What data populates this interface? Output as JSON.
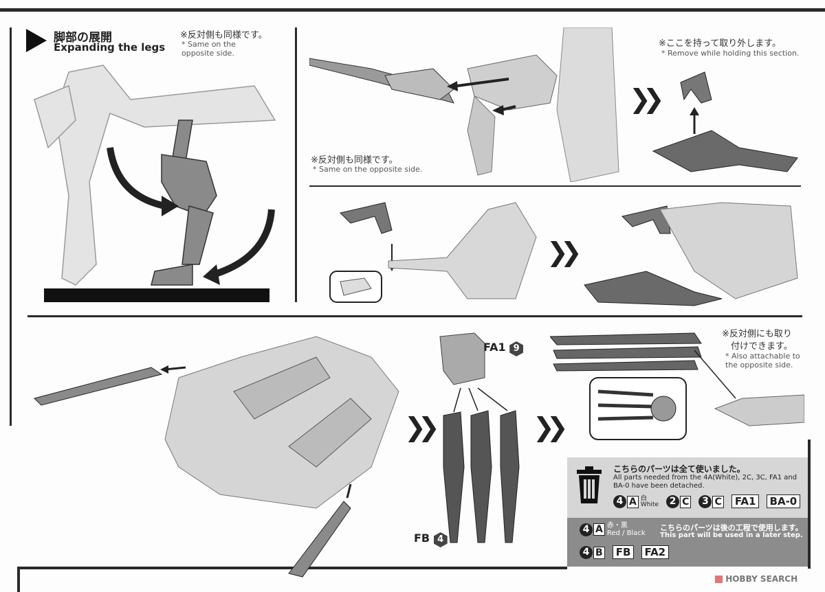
{
  "step1": {
    "title_jp": "脚部の展開",
    "title_en": "Expanding the legs",
    "note_jp": "※反対側も同様です。",
    "note_en": "* Same on the opposite side."
  },
  "step2": {
    "note_jp": "※反対側も同様です。",
    "note_en": "* Same on the opposite side.",
    "remove_note_jp": "※ここを持って取り外します。",
    "remove_note_en": "* Remove while holding this section."
  },
  "step4": {
    "part_fa1": "FA1",
    "part_fa1_num": "9",
    "part_fb": "FB",
    "part_fb_num": "4",
    "note_jp_1": "※反対側にも取り",
    "note_jp_2": "付けできます。",
    "note_en": "* Also attachable to the opposite side."
  },
  "parts_box": {
    "used_jp": "こちらのパーツは全て使いました。",
    "used_en": "All parts needed from the 4A(White), 2C, 3C, FA1 and BA-0 have been detached.",
    "used_parts": [
      {
        "num": "4",
        "letter": "A",
        "sub_jp": "白",
        "sub_en": "White"
      },
      {
        "num": "2",
        "letter": "C"
      },
      {
        "num": "3",
        "letter": "C"
      },
      {
        "label": "FA1"
      },
      {
        "label": "BA-0"
      }
    ],
    "keep_runner": {
      "num": "4",
      "letter": "A",
      "sub_jp": "赤・黒",
      "sub_en": "Red / Black"
    },
    "keep_jp": "こちらのパーツは後の工程で使用します。",
    "keep_en": "This part will be used in a later step.",
    "keep_parts": [
      {
        "num": "4",
        "letter": "B"
      },
      {
        "label": "FB"
      },
      {
        "label": "FA2"
      }
    ],
    "trash_icon": "trash-can-icon"
  },
  "watermark": "HOBBY SEARCH",
  "colors": {
    "box_light": "#d6d6d6",
    "box_dark": "#8c8c8c",
    "ink": "#222222"
  }
}
